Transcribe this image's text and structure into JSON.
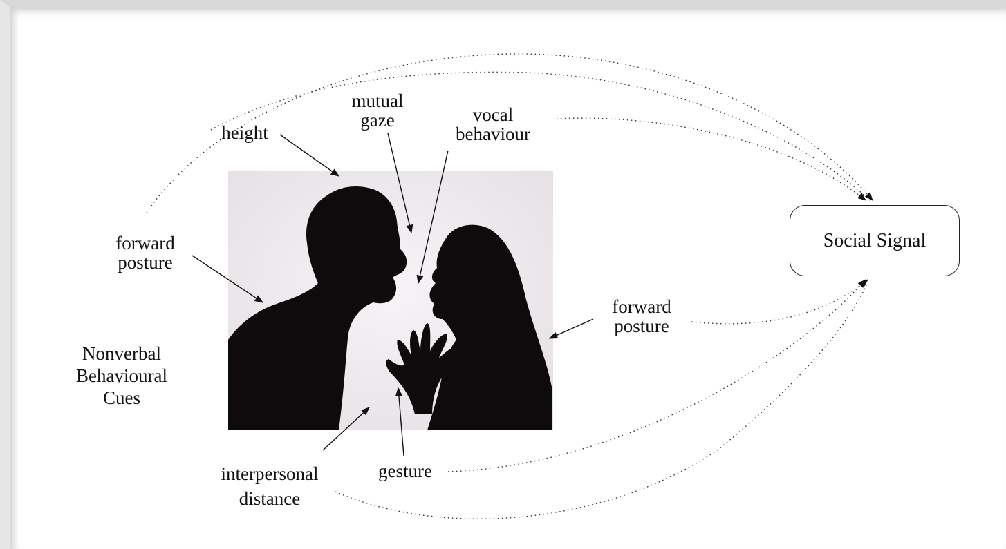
{
  "photo": {
    "description_icon": "silhouette-couple-arguing-icon"
  },
  "group_label": {
    "line1": "Nonverbal",
    "line2": "Behavioural",
    "line3": "Cues"
  },
  "cues": {
    "height": "height",
    "mutual_gaze": {
      "line1": "mutual",
      "line2": "gaze"
    },
    "vocal_behaviour": {
      "line1": "vocal",
      "line2": "behaviour"
    },
    "forward_posture_left": {
      "line1": "forward",
      "line2": "posture"
    },
    "forward_posture_right": {
      "line1": "forward",
      "line2": "posture"
    },
    "interpersonal_distance": {
      "line1": "interpersonal",
      "line2": "distance"
    },
    "gesture": "gesture"
  },
  "target": {
    "label": "Social Signal"
  },
  "colors": {
    "ink": "#111111",
    "photo_bg": "#ece9ec",
    "silhouette": "#0d0b0c"
  }
}
